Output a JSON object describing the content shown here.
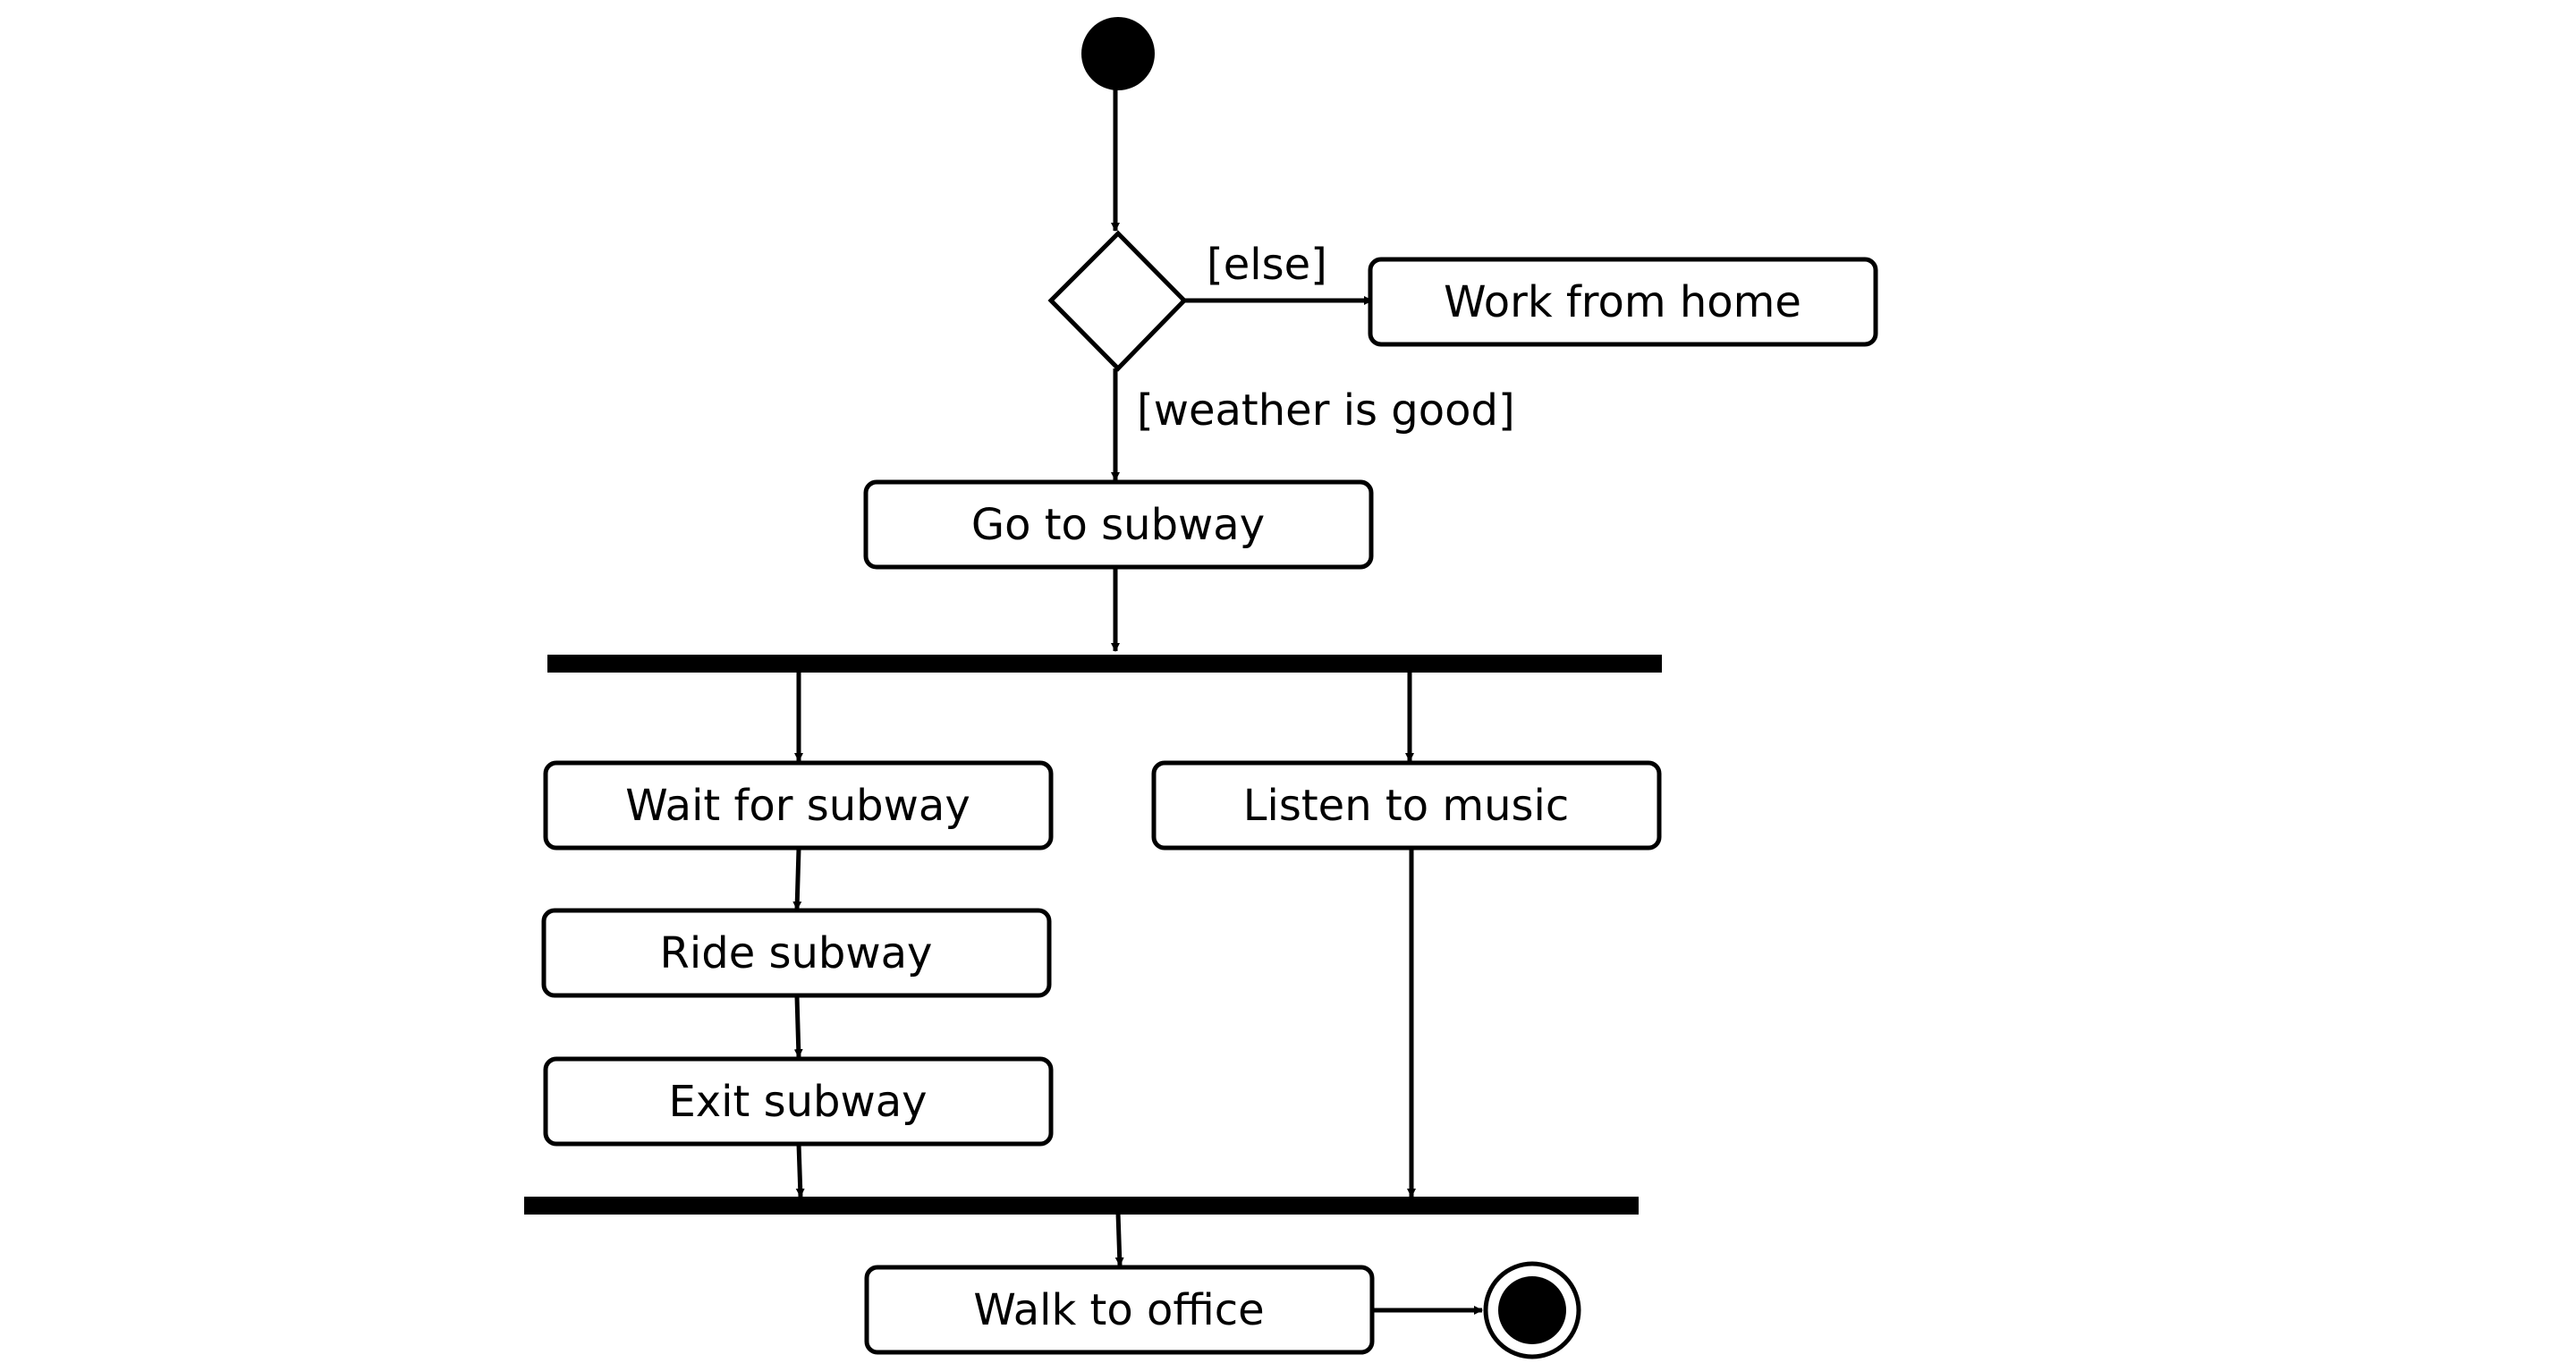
{
  "diagram": {
    "type": "uml-activity",
    "nodes": {
      "start": {
        "kind": "initial"
      },
      "decision": {
        "kind": "decision"
      },
      "work_from_home": {
        "kind": "action",
        "label": "Work from home"
      },
      "go_to_subway": {
        "kind": "action",
        "label": "Go to subway"
      },
      "fork": {
        "kind": "fork"
      },
      "wait_for_subway": {
        "kind": "action",
        "label": "Wait for subway"
      },
      "listen_to_music": {
        "kind": "action",
        "label": "Listen to music"
      },
      "ride_subway": {
        "kind": "action",
        "label": "Ride subway"
      },
      "exit_subway": {
        "kind": "action",
        "label": "Exit subway"
      },
      "join": {
        "kind": "join"
      },
      "walk_to_office": {
        "kind": "action",
        "label": "Walk to office"
      },
      "end": {
        "kind": "final"
      }
    },
    "guards": {
      "else": "[else]",
      "weather_is_good": "[weather is good]"
    },
    "edges": [
      {
        "from": "start",
        "to": "decision"
      },
      {
        "from": "decision",
        "to": "work_from_home",
        "guard": "else"
      },
      {
        "from": "decision",
        "to": "go_to_subway",
        "guard": "weather_is_good"
      },
      {
        "from": "go_to_subway",
        "to": "fork"
      },
      {
        "from": "fork",
        "to": "wait_for_subway"
      },
      {
        "from": "fork",
        "to": "listen_to_music"
      },
      {
        "from": "wait_for_subway",
        "to": "ride_subway"
      },
      {
        "from": "ride_subway",
        "to": "exit_subway"
      },
      {
        "from": "exit_subway",
        "to": "join"
      },
      {
        "from": "listen_to_music",
        "to": "join"
      },
      {
        "from": "join",
        "to": "walk_to_office"
      },
      {
        "from": "walk_to_office",
        "to": "end"
      }
    ]
  }
}
